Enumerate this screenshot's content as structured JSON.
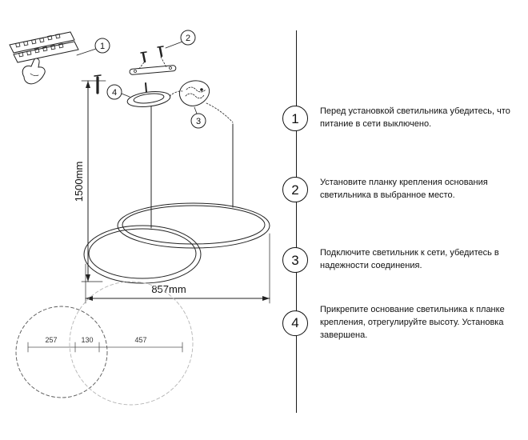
{
  "instructions": {
    "steps": [
      {
        "num": "1",
        "text": "Перед установкой светильника убедитесь, что питание в сети выключено."
      },
      {
        "num": "2",
        "text": "Установите планку крепления основания светильника в выбранное место."
      },
      {
        "num": "3",
        "text": "Подключите светильник к сети, убедитесь в надежности соединения."
      },
      {
        "num": "4",
        "text": "Прикрепите основание светильника к планке крепления, отрегулируйте высоту. Установка завершена."
      }
    ]
  },
  "diagram": {
    "callouts": [
      {
        "num": "1"
      },
      {
        "num": "2"
      },
      {
        "num": "3"
      },
      {
        "num": "4"
      }
    ],
    "dimensions": {
      "height": "1500mm",
      "width": "857mm",
      "bottom": [
        "257",
        "130",
        "457"
      ]
    }
  },
  "colors": {
    "line": "#222222",
    "light_line": "#b5b5b5",
    "text": "#111111",
    "background": "#ffffff"
  }
}
